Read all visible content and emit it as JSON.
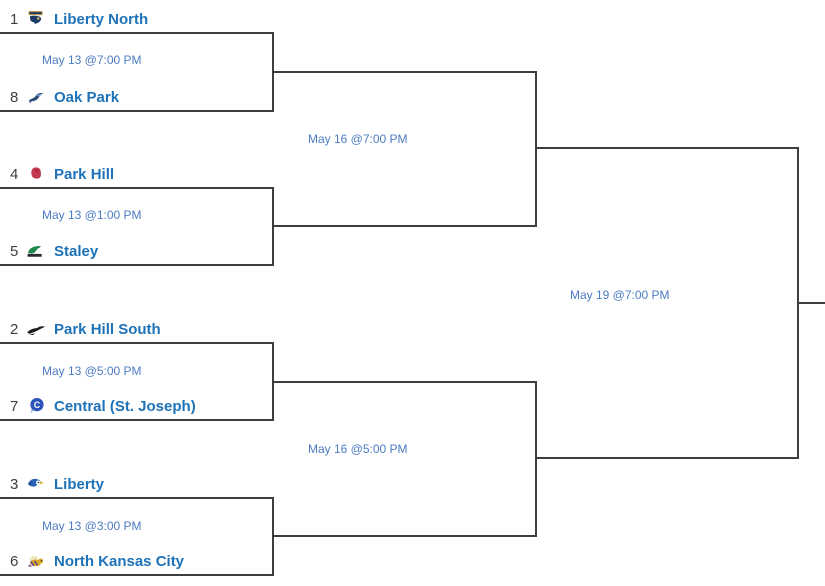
{
  "bracket": {
    "rounds": {
      "round1": [
        {
          "datetime": "May 13 @7:00 PM",
          "top": {
            "seed": "1",
            "name": "Liberty North",
            "icon": "liberty-north-eagles-logo"
          },
          "bottom": {
            "seed": "8",
            "name": "Oak Park",
            "icon": "oak-park-northmen-logo"
          }
        },
        {
          "datetime": "May 13 @1:00 PM",
          "top": {
            "seed": "4",
            "name": "Park Hill",
            "icon": "park-hill-trojans-logo"
          },
          "bottom": {
            "seed": "5",
            "name": "Staley",
            "icon": "staley-falcons-logo"
          }
        },
        {
          "datetime": "May 13 @5:00 PM",
          "top": {
            "seed": "2",
            "name": "Park Hill South",
            "icon": "park-hill-south-panthers-logo"
          },
          "bottom": {
            "seed": "7",
            "name": "Central (St. Joseph)",
            "icon": "central-st-joseph-logo"
          }
        },
        {
          "datetime": "May 13 @3:00 PM",
          "top": {
            "seed": "3",
            "name": "Liberty",
            "icon": "liberty-blue-jays-logo"
          },
          "bottom": {
            "seed": "6",
            "name": "North Kansas City",
            "icon": "north-kansas-city-hornets-logo"
          }
        }
      ],
      "semifinals": [
        {
          "datetime": "May 16 @7:00 PM"
        },
        {
          "datetime": "May 16 @5:00 PM"
        }
      ],
      "final": {
        "datetime": "May 19 @7:00 PM"
      }
    },
    "colors": {
      "team_link": "#1e72b8",
      "game_link": "#4d7cc3",
      "seed_text": "#3f3f3f",
      "bracket_line": "#3e3e3e",
      "background": "#ffffff"
    }
  }
}
